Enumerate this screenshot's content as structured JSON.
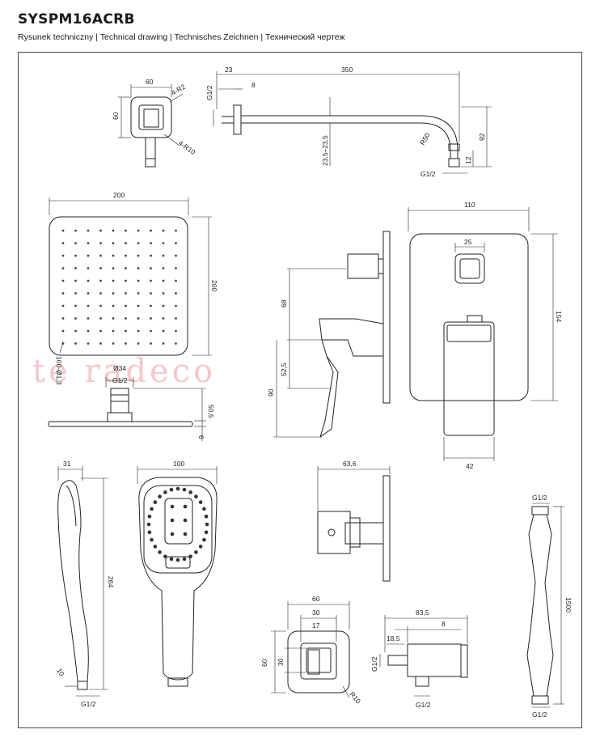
{
  "header": {
    "title": "SYSPM16ACRB",
    "subtitle": "Rysunek techniczny | Technical drawing | Technisches Zeichnen | Технический чертеж"
  },
  "watermark": "te  radeco",
  "dims": {
    "wall_plate_w": "60",
    "wall_plate_h": "60",
    "r2": "4-R2",
    "r10": "4-R10",
    "arm_23": "23",
    "arm_350": "350",
    "arm_8": "8",
    "arm_g12_top": "G1/2",
    "arm_r50": "R50",
    "arm_235": "23,5÷23,5",
    "arm_12": "12",
    "arm_92": "92",
    "arm_g12_bottom": "G1/2",
    "head_200w": "200",
    "head_200h": "200",
    "head_holes": "100-Ø1,3",
    "conn_34": "Ø34",
    "conn_g12": "G1/2",
    "conn_505": "50,5",
    "conn_6": "6",
    "mixer_68": "68",
    "mixer_525": "52,5",
    "mixer_90": "90",
    "plate_110": "110",
    "plate_25": "25",
    "plate_154": "154",
    "plate_42": "42",
    "body_636": "63,6",
    "hand_31": "31",
    "hand_264": "264",
    "hand_10": "10",
    "hand_g12": "G1/2",
    "hand_100": "100",
    "elbow_60w": "60",
    "elbow_30": "30",
    "elbow_17": "17",
    "elbow_60h": "60",
    "elbow_30h": "30",
    "elbow_r10": "R10",
    "side_835": "83,5",
    "side_8": "8",
    "side_185": "18,5",
    "side_g12_left": "G1/2",
    "side_g12_bottom": "G1/2",
    "hose_g12_top": "G1/2",
    "hose_1500": "1500",
    "hose_g12_bottom": "G1/2"
  }
}
